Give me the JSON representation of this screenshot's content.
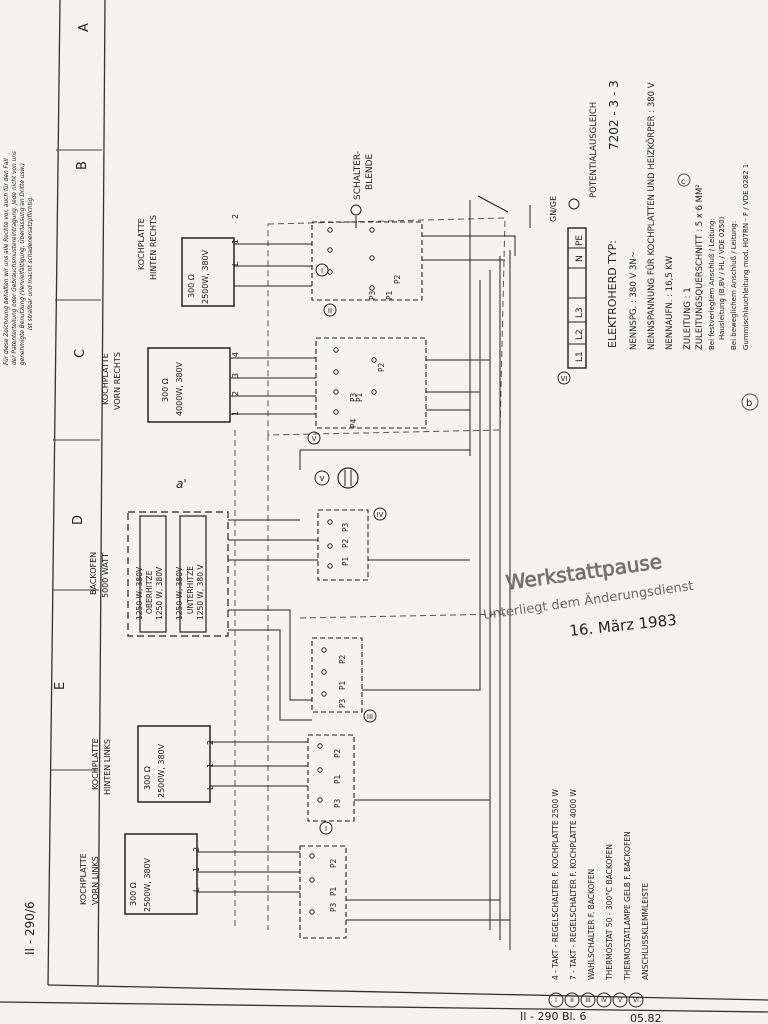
{
  "notice": {
    "line1": "Für diese Zeichnung behalten wir uns alle Rechte vor, auch für den Fall",
    "line2": "der Patenterteilung oder Gebrauchsmustereintragung. Jede nicht von uns",
    "line3": "genehmigte Benutzung (Vervielfältigung, Überlassung an Dritte usw.)",
    "line4": "ist strafbar und macht schadenersatzpflichtig."
  },
  "frame": {
    "row_letters": [
      "A",
      "B",
      "C",
      "D",
      "E"
    ]
  },
  "drawing_number": "II - 290/6",
  "footer": {
    "sheet_ref": "II - 290 Bl. 6",
    "date": "05.82"
  },
  "units": {
    "kp_vorn_rechts": {
      "title1": "KOCHPLATTE",
      "title2": "VORN RECHTS",
      "resistance": "300 Ω",
      "rating": "4000W, 380V",
      "terminals": [
        "4",
        "3",
        "2",
        "1"
      ]
    },
    "kp_hinten_rechts": {
      "title1": "KOCHPLATTE",
      "title2": "HINTEN RECHTS",
      "resistance": "300 Ω",
      "rating": "2500W, 380V",
      "terminals": [
        "2",
        "1",
        "L"
      ]
    },
    "backofen": {
      "title1": "BACKOFEN",
      "title2": "5000 WATT",
      "oberhitze": "OBERHITZE",
      "unterhitze": "UNTERHITZE",
      "r1": "1250 W, 380V",
      "r2": "1250 W, 380V",
      "r3": "1250 W, 380V",
      "r4": "1250 W, 380 V"
    },
    "kp_hinten_links": {
      "title1": "KOCHPLATTE",
      "title2": "HINTEN LINKS",
      "resistance": "300 Ω",
      "rating": "2500W, 380V",
      "terminals": [
        "2",
        "1",
        "L"
      ]
    },
    "kp_vorn_links": {
      "title1": "KOCHPLATTE",
      "title2": "VORN LINKS",
      "resistance": "300 Ω",
      "rating": "2500W, 380V",
      "terminals": [
        "2",
        "1",
        "L"
      ]
    }
  },
  "switch_labels": {
    "p1": "P1",
    "p2": "P2",
    "p3": "P3",
    "p4": "P4"
  },
  "markers": [
    "I",
    "II",
    "III",
    "IV",
    "V",
    "VI"
  ],
  "terminal_block": {
    "labels": [
      "L1",
      "L2",
      "L3",
      "N",
      "PE"
    ],
    "wire_note": "GN/GE"
  },
  "schalterblende": {
    "line1": "SCHALTER-",
    "line2": "BLENDE"
  },
  "potential": "POTENTIALAUSGLEICH",
  "appliance": {
    "label": "ELEKTROHERD TYP:",
    "type": "7202 - 3 - 3",
    "spec1": "NENNSPG. :  380 V 3N~",
    "spec2": "NENNSPANNUNG FÜR KOCHPLATTEN UND HEIZKÖRPER : 380 V",
    "spec3": "NENNAUFN. :  16,5 KW",
    "spec4": "ZULEITUNG : 1",
    "spec5": "ZULEITUNGSQUERSCHNITT : 5 x 6  MM²",
    "spec6": "Bei festverlegtem Anschluß / Leitung:",
    "spec7": "Hausleitung (B,BV / HL / VDE 0250)",
    "spec8": "Bei beweglichem Anschluß / Leitung:",
    "spec9": "Gummischlauchleitung mod. H07RN - F / VDE 0282 1"
  },
  "annotations": {
    "a_mark": "a'",
    "b_mark": "b",
    "c_mark": "c"
  },
  "stamp": {
    "line1": "Werkstattpause",
    "line2": "Unterliegt dem Änderungsdienst",
    "date": "16. März 1983"
  },
  "legend": [
    {
      "num": "I",
      "text": "4 - TAKT - REGELSCHALTER F. KOCHPLATTE  2500 W"
    },
    {
      "num": "II",
      "text": "7 - TAKT - REGELSCHALTER F. KOCHPLATTE  4000 W"
    },
    {
      "num": "III",
      "text": "WAHLSCHALTER  F.  BACKOFEN"
    },
    {
      "num": "IV",
      "text": "THERMOSTAT  50 - 300°C  BACKOFEN"
    },
    {
      "num": "V",
      "text": "THERMOSTATLAMPE   GELB F. BACKOFEN"
    },
    {
      "num": "VI",
      "text": "ANSCHLUSSKLEMMLEISTE"
    }
  ],
  "colors": {
    "ink": "#222222",
    "paper": "#f4f2ee",
    "stamp": "#6b6b6b"
  }
}
